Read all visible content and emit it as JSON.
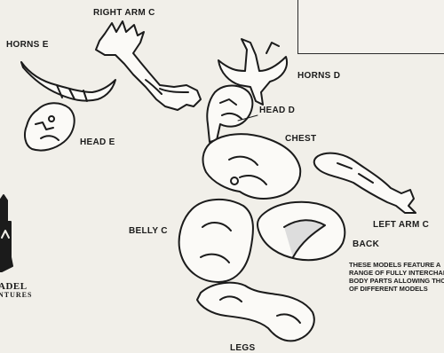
{
  "labels": {
    "right_arm_c": "RIGHT ARM C",
    "horns_e": "HORNS E",
    "horns_d": "HORNS D",
    "head_d": "HEAD D",
    "head_e": "HEAD E",
    "chest": "CHEST",
    "belly_c": "BELLY C",
    "left_arm_c": "LEFT ARM C",
    "back": "BACK",
    "legs": "LEGS"
  },
  "notes": {
    "line1": "THESE MODELS FEATURE A",
    "line2": "RANGE OF FULLY INTERCHANGEABLE",
    "line3": "BODY PARTS ALLOWING THOUSANDS",
    "line4": "OF DIFFERENT MODELS"
  },
  "logo": {
    "line1": "ADEL",
    "line2": "NTURES"
  },
  "colors": {
    "paper": "#f1efe9",
    "ink": "#1b1b1b"
  }
}
